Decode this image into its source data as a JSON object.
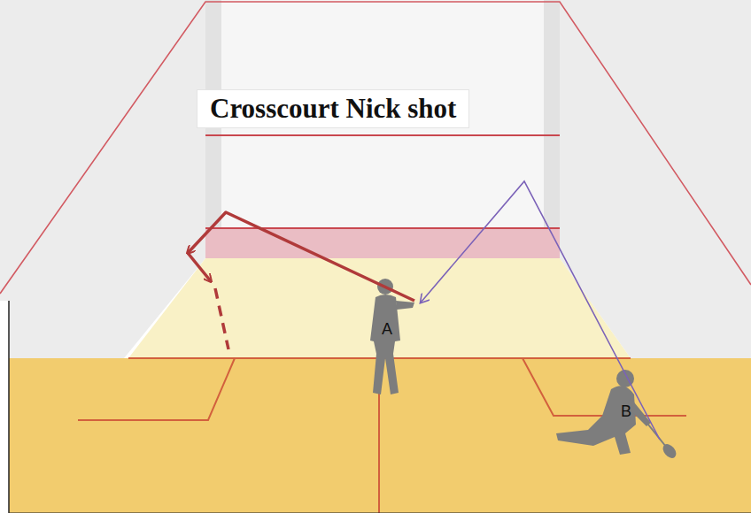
{
  "diagram": {
    "title": "Crosscourt Nick shot",
    "labels": [
      "A",
      "B"
    ]
  }
}
